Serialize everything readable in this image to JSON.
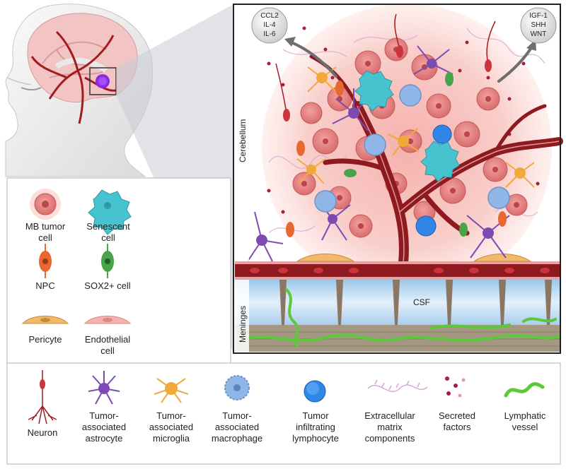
{
  "regions": {
    "cerebellum": "Cerebellum",
    "meninges": "Meninges",
    "csf": "CSF"
  },
  "secreted_left": {
    "line1": "CCL2",
    "line2": "IL-4",
    "line3": "IL-6"
  },
  "secreted_right": {
    "line1": "IGF-1",
    "line2": "SHH",
    "line3": "WNT"
  },
  "legend_left": [
    {
      "line1": "MB tumor",
      "line2": "cell",
      "icon": "mb-tumor-cell-icon"
    },
    {
      "line1": "Senescent",
      "line2": "cell",
      "icon": "senescent-cell-icon"
    },
    {
      "line1": "NPC",
      "line2": "",
      "icon": "npc-icon"
    },
    {
      "line1": "SOX2+ cell",
      "line2": "",
      "icon": "sox2-cell-icon"
    },
    {
      "line1": "Pericyte",
      "line2": "",
      "icon": "pericyte-icon"
    },
    {
      "line1": "Endothelial",
      "line2": "cell",
      "icon": "endothelial-cell-icon"
    }
  ],
  "legend_bottom": [
    {
      "line1": "Neuron",
      "line2": "",
      "line3": "",
      "icon": "neuron-icon"
    },
    {
      "line1": "Tumor-",
      "line2": "associated",
      "line3": "astrocyte",
      "icon": "astrocyte-icon"
    },
    {
      "line1": "Tumor-",
      "line2": "associated",
      "line3": "microglia",
      "icon": "microglia-icon"
    },
    {
      "line1": "Tumor-",
      "line2": "associated",
      "line3": "macrophage",
      "icon": "macrophage-icon"
    },
    {
      "line1": "Tumor",
      "line2": "infiltrating",
      "line3": "lymphocyte",
      "icon": "lymphocyte-icon"
    },
    {
      "line1": "Extracellular",
      "line2": "matrix",
      "line3": "components",
      "icon": "ecm-icon"
    },
    {
      "line1": "Secreted",
      "line2": "factors",
      "line3": "",
      "icon": "secreted-factors-icon"
    },
    {
      "line1": "Lymphatic",
      "line2": "vessel",
      "line3": "",
      "icon": "lymphatic-vessel-icon"
    }
  ],
  "colors": {
    "tumor": "#e98a8a",
    "tumor_glow": "#f8c9c6",
    "vessel": "#8e1a1f",
    "astrocyte": "#7b4bb3",
    "microglia": "#f2a93b",
    "macrophage": "#8fb6e6",
    "lymphocyte": "#2f86e6",
    "senescent": "#47c3cf",
    "npc": "#e8682f",
    "sox2": "#48a34a",
    "lymphatic": "#5cc83c",
    "csf": "#cfe3f2"
  }
}
